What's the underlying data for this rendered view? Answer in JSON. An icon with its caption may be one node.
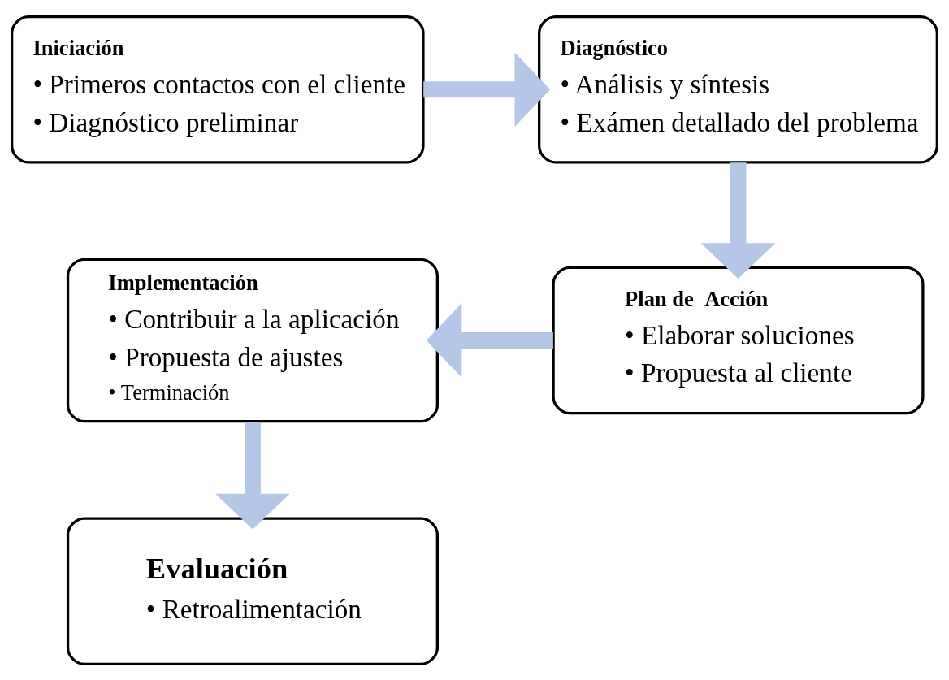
{
  "diagram": {
    "nodes": [
      {
        "text": [
          "Iniciación",
          "• Primeros contactos con el cliente",
          "• Diagnóstico preliminar"
        ]
      },
      {
        "text": [
          "Diagnóstico",
          "• Análisis y síntesis",
          "• Exámen detallado del problema"
        ]
      },
      {
        "text": [
          "Implementación",
          "• Contribuir a la aplicación",
          "• Propuesta de ajustes",
          "• Terminación"
        ]
      },
      {
        "text": [
          "Plan de  Acción",
          "• Elaborar soluciones",
          "• Propuesta al cliente"
        ]
      },
      {
        "text": [
          "Evaluación",
          "• Retroalimentación"
        ]
      }
    ],
    "edges": [
      {
        "from": 0,
        "to": 1,
        "arrow": "to"
      },
      {
        "from": 1,
        "to": 3,
        "arrow": "to"
      },
      {
        "from": 3,
        "to": 2,
        "arrow": "to"
      },
      {
        "from": 2,
        "to": 4,
        "arrow": "to"
      }
    ]
  }
}
